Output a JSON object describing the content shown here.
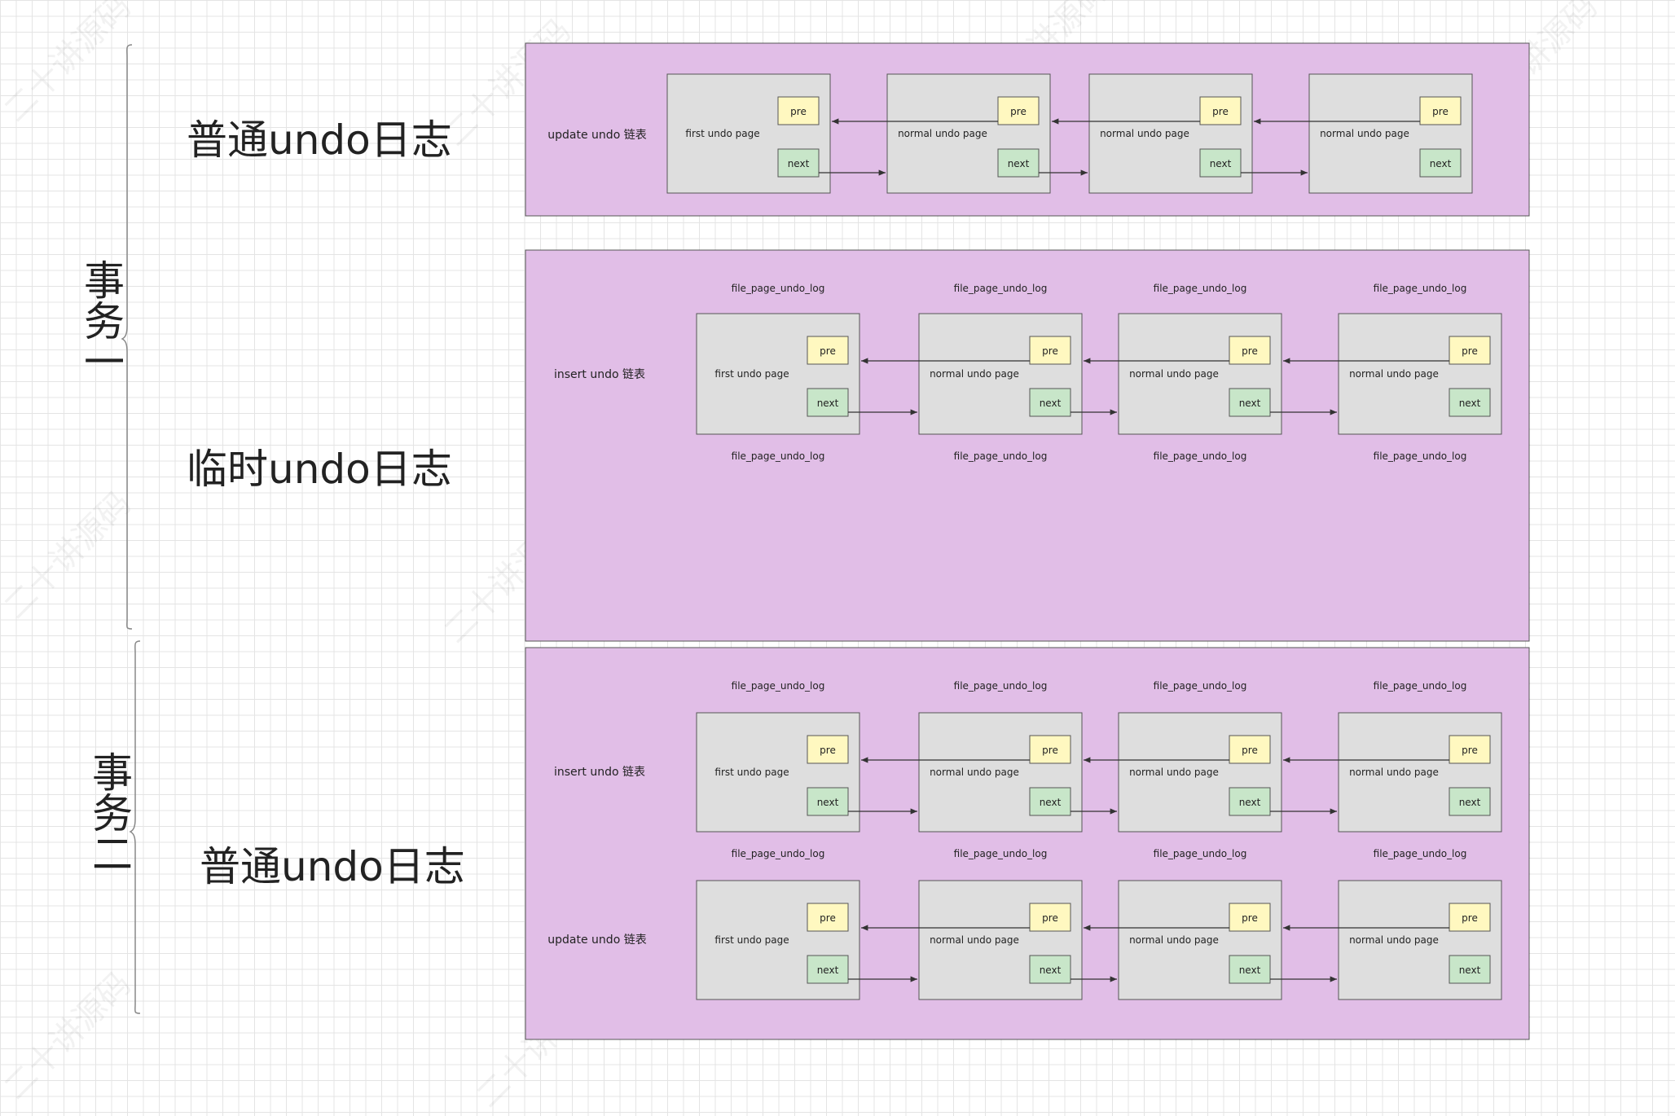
{
  "watermark_text": "二十讲源码",
  "colors": {
    "panel_fill": "#e1bee7",
    "page_fill": "#dedede",
    "pre_fill": "#fff8c0",
    "next_fill": "#c8e6c9",
    "stroke": "#555555"
  },
  "groups": [
    {
      "label": "事务一"
    },
    {
      "label": "事务二"
    }
  ],
  "side_labels": [
    "普通undo日志",
    "临时undo日志",
    "普通undo日志"
  ],
  "panels": [
    {
      "chains": [
        {
          "label": "update undo 链表",
          "pages": [
            {
              "title": "first undo page",
              "pre": "pre",
              "next": "next"
            },
            {
              "title": "normal undo page",
              "pre": "pre",
              "next": "next"
            },
            {
              "title": "normal undo page",
              "pre": "pre",
              "next": "next"
            },
            {
              "title": "normal undo page",
              "pre": "pre",
              "next": "next"
            }
          ]
        }
      ]
    },
    {
      "chains": [
        {
          "label": "insert undo 链表",
          "top_captions": [
            "file_page_undo_log",
            "file_page_undo_log",
            "file_page_undo_log",
            "file_page_undo_log"
          ],
          "bottom_captions": [
            "file_page_undo_log",
            "file_page_undo_log",
            "file_page_undo_log",
            "file_page_undo_log"
          ],
          "pages": [
            {
              "title": "first undo page",
              "pre": "pre",
              "next": "next"
            },
            {
              "title": "normal undo page",
              "pre": "pre",
              "next": "next"
            },
            {
              "title": "normal undo page",
              "pre": "pre",
              "next": "next"
            },
            {
              "title": "normal undo page",
              "pre": "pre",
              "next": "next"
            }
          ]
        }
      ]
    },
    {
      "chains": [
        {
          "label": "insert undo 链表",
          "top_captions": [
            "file_page_undo_log",
            "file_page_undo_log",
            "file_page_undo_log",
            "file_page_undo_log"
          ],
          "pages": [
            {
              "title": "first undo page",
              "pre": "pre",
              "next": "next"
            },
            {
              "title": "normal undo page",
              "pre": "pre",
              "next": "next"
            },
            {
              "title": "normal undo page",
              "pre": "pre",
              "next": "next"
            },
            {
              "title": "normal undo page",
              "pre": "pre",
              "next": "next"
            }
          ]
        },
        {
          "label": "update undo 链表",
          "top_captions": [
            "file_page_undo_log",
            "file_page_undo_log",
            "file_page_undo_log",
            "file_page_undo_log"
          ],
          "pages": [
            {
              "title": "first undo page",
              "pre": "pre",
              "next": "next"
            },
            {
              "title": "normal undo page",
              "pre": "pre",
              "next": "next"
            },
            {
              "title": "normal undo page",
              "pre": "pre",
              "next": "next"
            },
            {
              "title": "normal undo page",
              "pre": "pre",
              "next": "next"
            }
          ]
        }
      ]
    }
  ]
}
